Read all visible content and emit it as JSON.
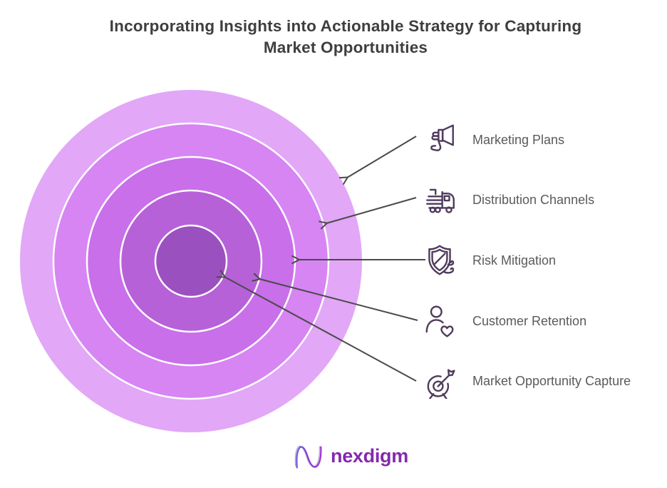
{
  "title": {
    "line1": "Incorporating Insights into Actionable Strategy for Capturing",
    "line2": "Market Opportunities"
  },
  "diagram": {
    "type": "concentric-circles",
    "rings": [
      {
        "label": "Marketing Plans",
        "icon": "megaphone-icon",
        "color": "#e2a7f7"
      },
      {
        "label": "Distribution Channels",
        "icon": "truck-icon",
        "color": "#d685f3"
      },
      {
        "label": "Risk Mitigation",
        "icon": "shield-wind-icon",
        "color": "#c96fea"
      },
      {
        "label": "Customer Retention",
        "icon": "customer-heart-icon",
        "color": "#b761d8"
      },
      {
        "label": "Market Opportunity Capture",
        "icon": "target-dart-icon",
        "color": "#9b50c0"
      }
    ],
    "ring_border_color": "#ffffff",
    "arrow_color": "#4a4a4a",
    "icon_color": "#4f3a5c"
  },
  "brand": {
    "name": "nexdigm",
    "color": "#8429ad"
  }
}
